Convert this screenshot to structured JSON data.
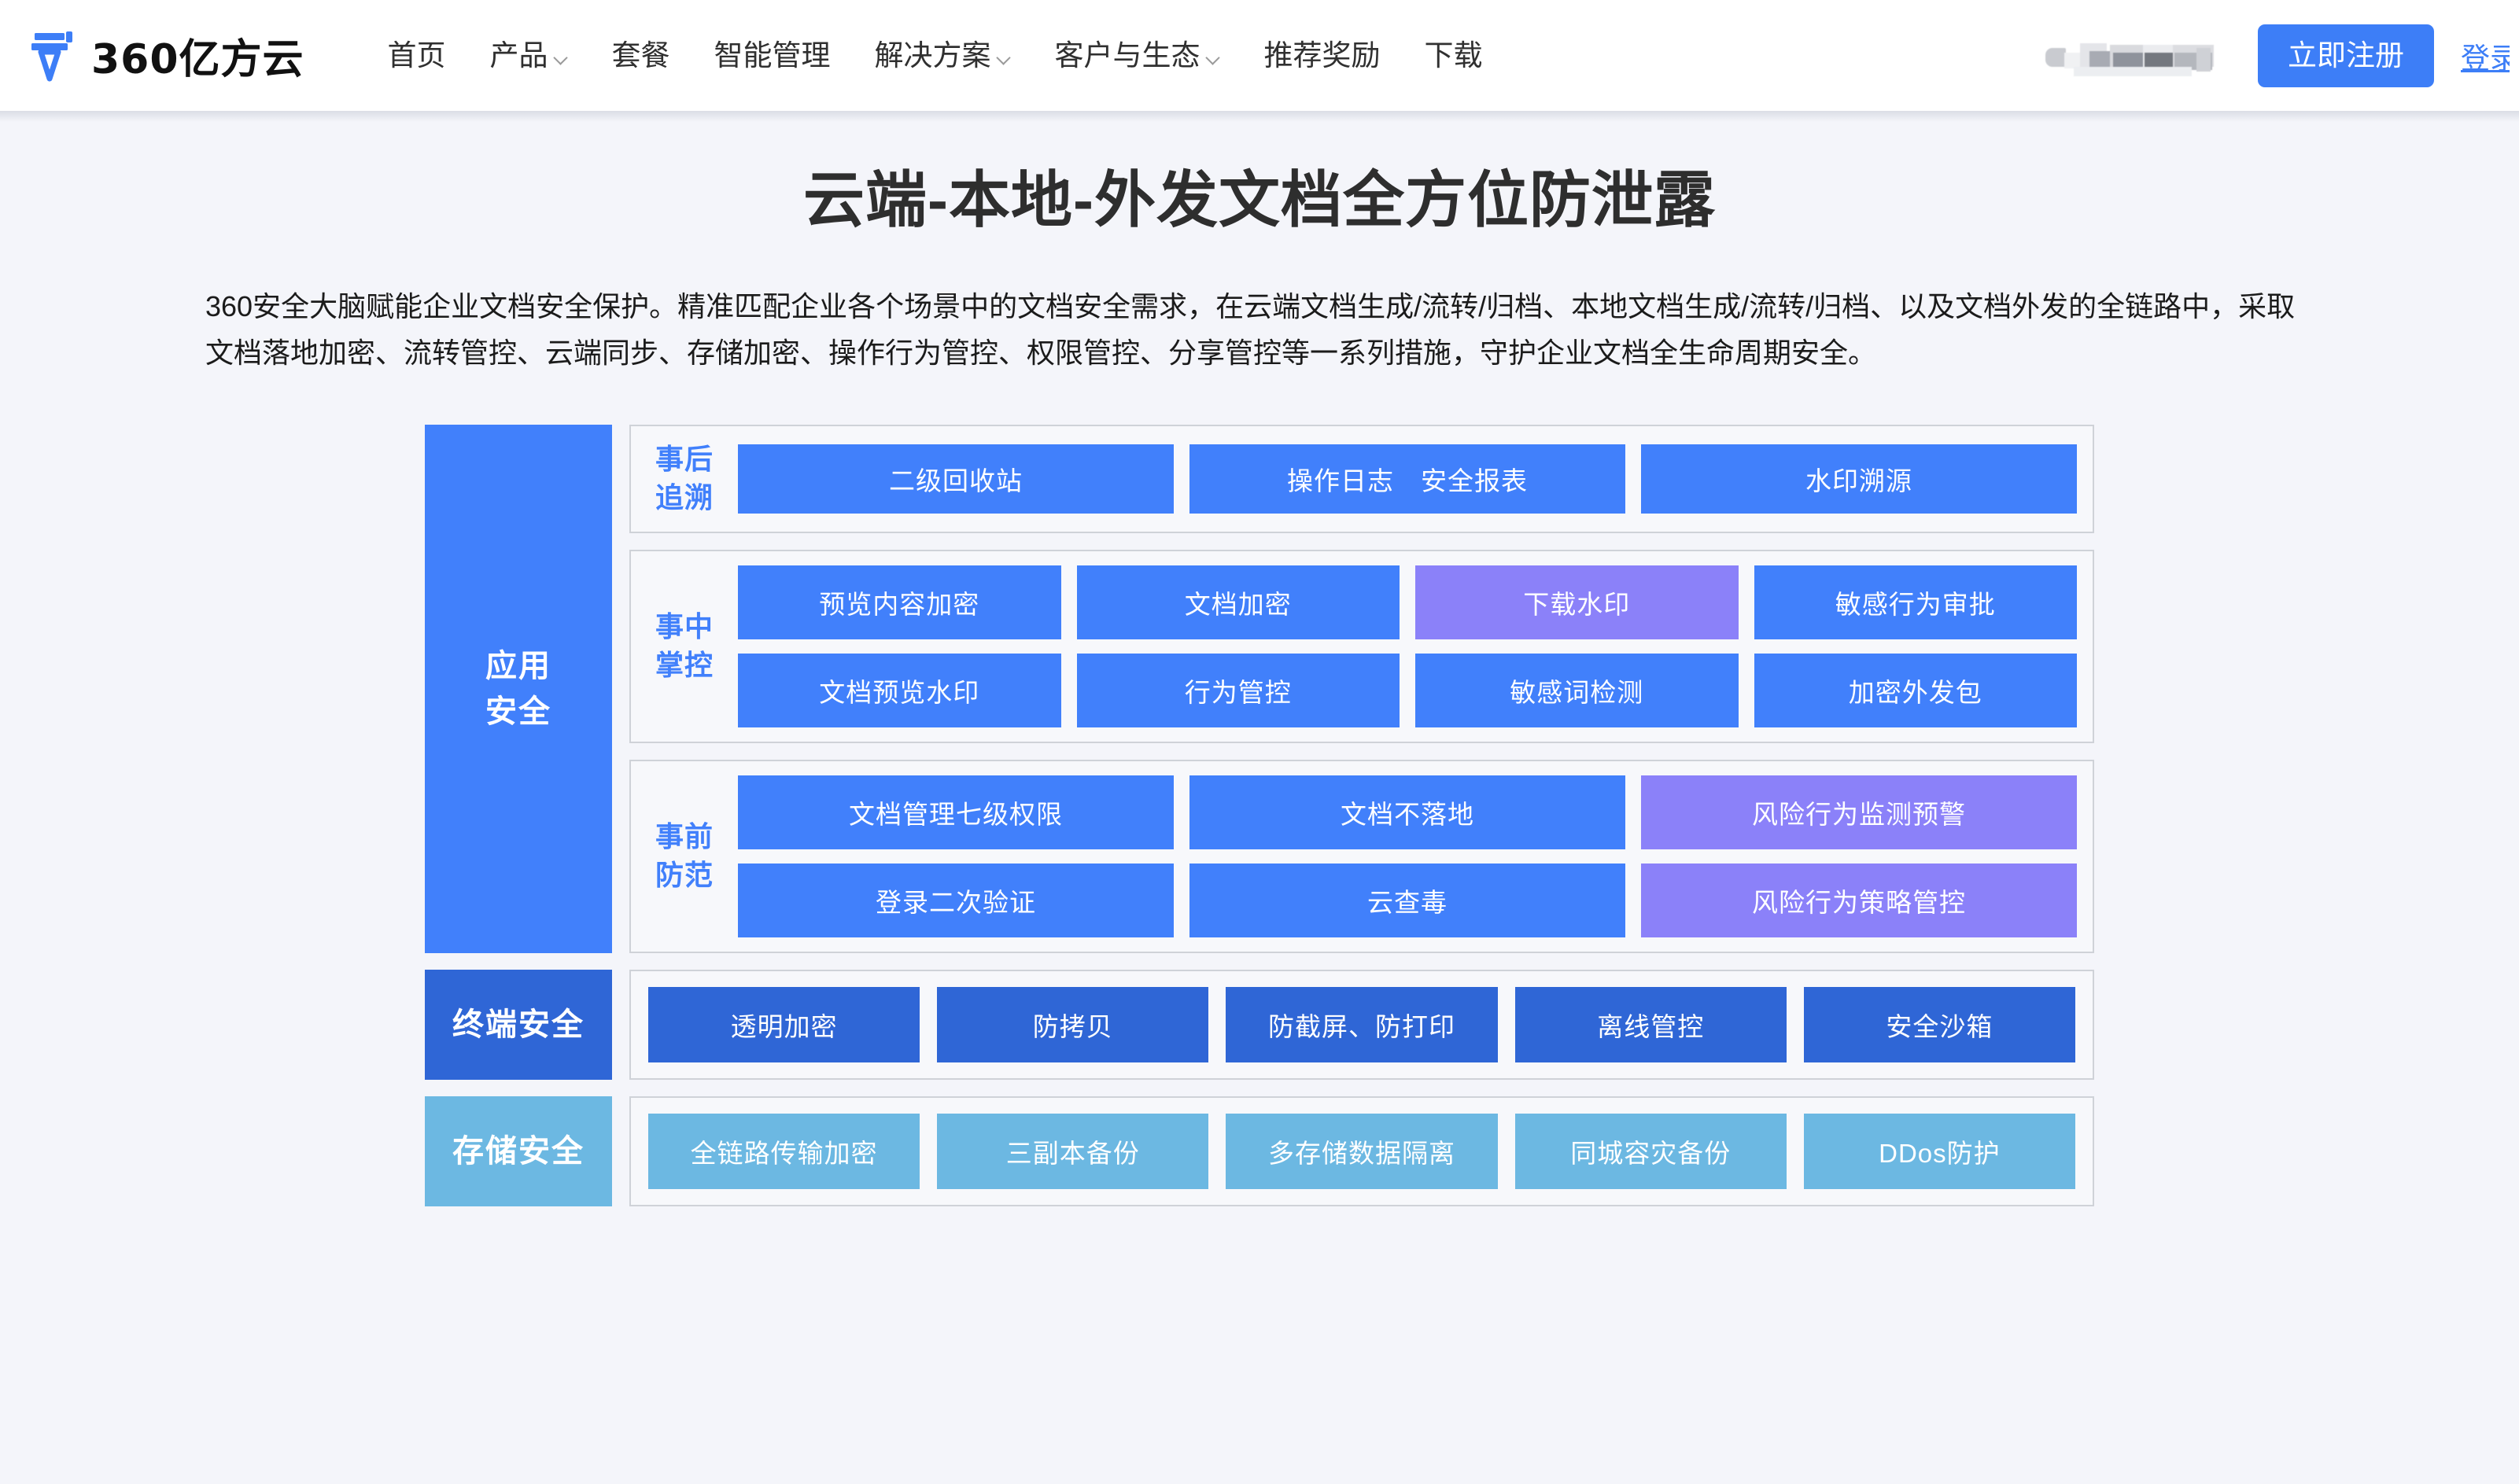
{
  "header": {
    "brand_name": "360亿方云",
    "brand_logo_icon": "yifangyun-pen-logo-icon",
    "nav": [
      {
        "label": "首页",
        "has_caret": false
      },
      {
        "label": "产品",
        "has_caret": true
      },
      {
        "label": "套餐",
        "has_caret": false
      },
      {
        "label": "智能管理",
        "has_caret": false
      },
      {
        "label": "解决方案",
        "has_caret": true
      },
      {
        "label": "客户与生态",
        "has_caret": true
      },
      {
        "label": "推荐奖励",
        "has_caret": false
      },
      {
        "label": "下载",
        "has_caret": false
      }
    ],
    "account_redacted": "",
    "register_label": "立即注册",
    "login_label": "登录"
  },
  "hero": {
    "title": "云端-本地-外发文档全方位防泄露",
    "description": "360安全大脑赋能企业文档安全保护。精准匹配企业各个场景中的文档安全需求，在云端文档生成/流转/归档、本地文档生成/流转/归档、以及文档外发的全链路中，采取文档落地加密、流转管控、云端同步、存储加密、操作行为管控、权限管控、分享管控等一系列措施，守护企业文档全生命周期安全。"
  },
  "colors": {
    "page_background": "#f4f5fa",
    "brand_blue": "#3d7ef7",
    "tile_blue": "#4180fb",
    "tile_purple": "#8b81f9",
    "terminal_navy": "#2f66d6",
    "storage_sky": "#6cb8e2",
    "panel_border": "#cfd2d8",
    "panel_fill": "#f7f8fb"
  },
  "diagram": {
    "layers": [
      {
        "label": "应用\n安全",
        "label_lines": [
          "应用",
          "安全"
        ],
        "style": "app",
        "phases": [
          {
            "name_lines": [
              "事后",
              "追溯"
            ],
            "rows": [
              [
                {
                  "label": "二级回收站",
                  "color": "blue"
                },
                {
                  "label": "操作日志　安全报表",
                  "color": "blue"
                },
                {
                  "label": "水印溯源",
                  "color": "blue"
                }
              ]
            ]
          },
          {
            "name_lines": [
              "事中",
              "掌控"
            ],
            "rows": [
              [
                {
                  "label": "预览内容加密",
                  "color": "blue"
                },
                {
                  "label": "文档加密",
                  "color": "blue"
                },
                {
                  "label": "下载水印",
                  "color": "purple"
                },
                {
                  "label": "敏感行为审批",
                  "color": "blue"
                }
              ],
              [
                {
                  "label": "文档预览水印",
                  "color": "blue"
                },
                {
                  "label": "行为管控",
                  "color": "blue"
                },
                {
                  "label": "敏感词检测",
                  "color": "blue"
                },
                {
                  "label": "加密外发包",
                  "color": "blue"
                }
              ]
            ]
          },
          {
            "name_lines": [
              "事前",
              "防范"
            ],
            "rows": [
              [
                {
                  "label": "文档管理七级权限",
                  "color": "blue"
                },
                {
                  "label": "文档不落地",
                  "color": "blue"
                },
                {
                  "label": "风险行为监测预警",
                  "color": "purple"
                }
              ],
              [
                {
                  "label": "登录二次验证",
                  "color": "blue"
                },
                {
                  "label": "云查毒",
                  "color": "blue"
                },
                {
                  "label": "风险行为策略管控",
                  "color": "purple"
                }
              ]
            ]
          }
        ]
      },
      {
        "label": "终端安全",
        "label_lines": [
          "终端安全"
        ],
        "style": "terminal",
        "items": [
          {
            "label": "透明加密",
            "color": "navy"
          },
          {
            "label": "防拷贝",
            "color": "navy"
          },
          {
            "label": "防截屏、防打印",
            "color": "navy"
          },
          {
            "label": "离线管控",
            "color": "navy"
          },
          {
            "label": "安全沙箱",
            "color": "navy"
          }
        ]
      },
      {
        "label": "存储安全",
        "label_lines": [
          "存储安全"
        ],
        "style": "storage",
        "items": [
          {
            "label": "全链路传输加密",
            "color": "sky"
          },
          {
            "label": "三副本备份",
            "color": "sky"
          },
          {
            "label": "多存储数据隔离",
            "color": "sky"
          },
          {
            "label": "同城容灾备份",
            "color": "sky"
          },
          {
            "label": "DDos防护",
            "color": "sky"
          }
        ]
      }
    ]
  }
}
